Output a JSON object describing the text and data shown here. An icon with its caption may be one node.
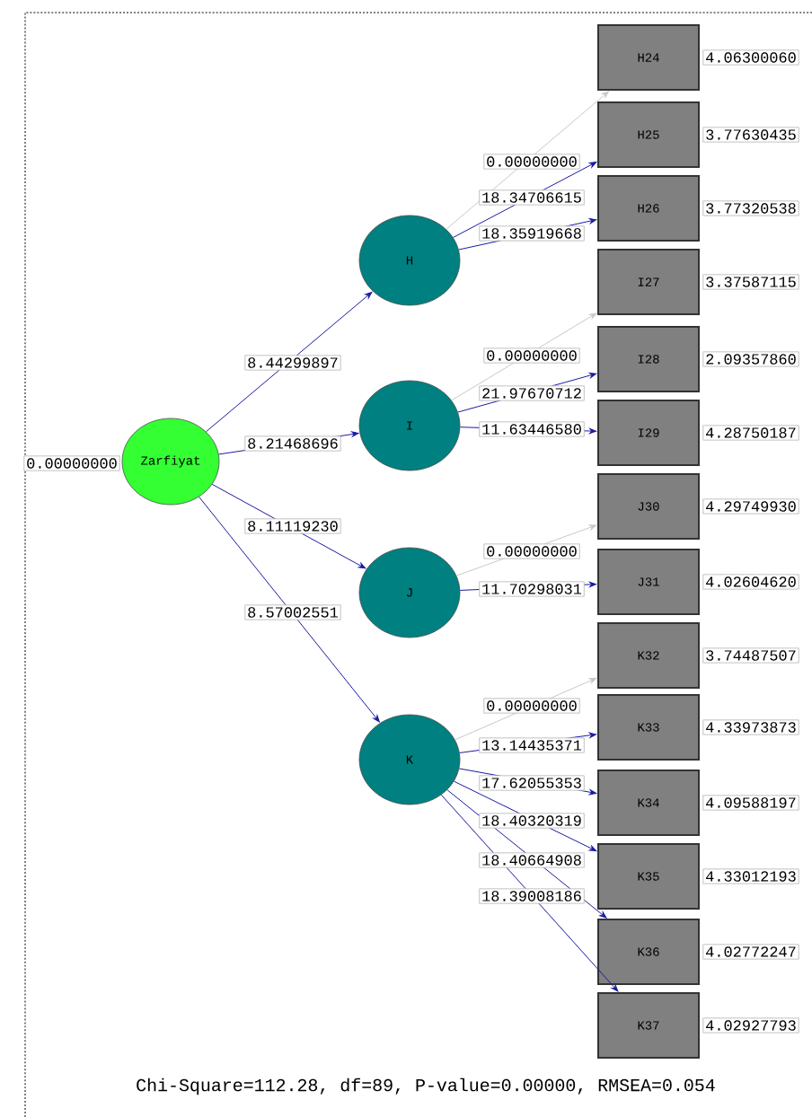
{
  "diagram": {
    "caption": "Chi-Square=112.28, df=89, P-value=0.00000, RMSEA=0.054",
    "nodes": [
      {
        "text": [
          "Zarfiyat"
        ],
        "beside": [
          "0.00000000"
        ]
      },
      {
        "text": [
          "H"
        ]
      },
      {
        "text": [
          "I"
        ]
      },
      {
        "text": [
          "J"
        ]
      },
      {
        "text": [
          "K"
        ]
      },
      {
        "text": [
          "H24"
        ],
        "beside": [
          "4.06300060"
        ]
      },
      {
        "text": [
          "H25"
        ],
        "beside": [
          "3.77630435"
        ]
      },
      {
        "text": [
          "H26"
        ],
        "beside": [
          "3.77320538"
        ]
      },
      {
        "text": [
          "I27"
        ],
        "beside": [
          "3.37587115"
        ]
      },
      {
        "text": [
          "I28"
        ],
        "beside": [
          "2.09357860"
        ]
      },
      {
        "text": [
          "I29"
        ],
        "beside": [
          "4.28750187"
        ]
      },
      {
        "text": [
          "J30"
        ],
        "beside": [
          "4.29749930"
        ]
      },
      {
        "text": [
          "J31"
        ],
        "beside": [
          "4.02604620"
        ]
      },
      {
        "text": [
          "K32"
        ],
        "beside": [
          "3.74487507"
        ]
      },
      {
        "text": [
          "K33"
        ],
        "beside": [
          "4.33973873"
        ]
      },
      {
        "text": [
          "K34"
        ],
        "beside": [
          "4.09588197"
        ]
      },
      {
        "text": [
          "K35"
        ],
        "beside": [
          "4.33012193"
        ]
      },
      {
        "text": [
          "K36"
        ],
        "beside": [
          "4.02772247"
        ]
      },
      {
        "text": [
          "K37"
        ],
        "beside": [
          "4.02927793"
        ]
      }
    ],
    "edges": [
      {
        "from": 0,
        "to": 1,
        "arrow": "to",
        "label": "8.44299897"
      },
      {
        "from": 0,
        "to": 2,
        "arrow": "to",
        "label": "8.21468696"
      },
      {
        "from": 0,
        "to": 3,
        "arrow": "to",
        "label": "8.11119230"
      },
      {
        "from": 0,
        "to": 4,
        "arrow": "to",
        "label": "8.57002551"
      },
      {
        "from": 1,
        "to": 5,
        "arrow": "to",
        "label": "0.00000000",
        "color": "#c8c8c8"
      },
      {
        "from": 1,
        "to": 6,
        "arrow": "to",
        "label": "18.34706615"
      },
      {
        "from": 1,
        "to": 7,
        "arrow": "to",
        "label": "18.35919668"
      },
      {
        "from": 2,
        "to": 8,
        "arrow": "to",
        "label": "0.00000000",
        "color": "#c8c8c8"
      },
      {
        "from": 2,
        "to": 9,
        "arrow": "to",
        "label": "21.97670712"
      },
      {
        "from": 2,
        "to": 10,
        "arrow": "to",
        "label": "11.63446580"
      },
      {
        "from": 3,
        "to": 11,
        "arrow": "to",
        "label": "0.00000000",
        "color": "#c8c8c8"
      },
      {
        "from": 3,
        "to": 12,
        "arrow": "to",
        "label": "11.70298031"
      },
      {
        "from": 4,
        "to": 13,
        "arrow": "to",
        "label": "0.00000000",
        "color": "#c8c8c8"
      },
      {
        "from": 4,
        "to": 14,
        "arrow": "to",
        "label": "13.14435371"
      },
      {
        "from": 4,
        "to": 15,
        "arrow": "to",
        "label": "17.62055353"
      },
      {
        "from": 4,
        "to": 16,
        "arrow": "to",
        "label": "18.40320319"
      },
      {
        "from": 4,
        "to": 17,
        "arrow": "to",
        "label": "18.40664908"
      },
      {
        "from": 4,
        "to": 18,
        "arrow": "to",
        "label": "18.39008186"
      }
    ]
  }
}
